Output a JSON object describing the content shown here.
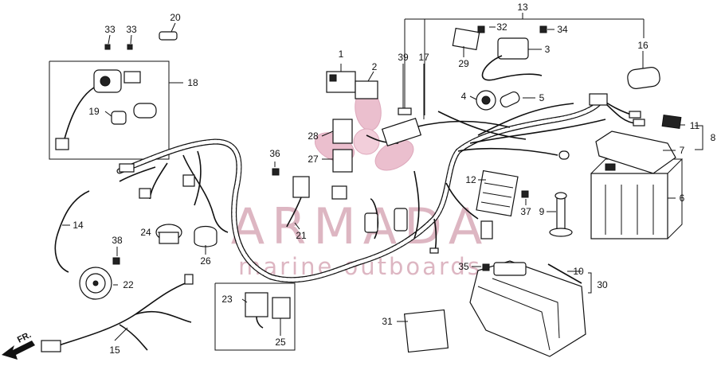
{
  "callouts": [
    {
      "id": "p1",
      "label": "1"
    },
    {
      "id": "p2",
      "label": "2"
    },
    {
      "id": "p3",
      "label": "3"
    },
    {
      "id": "p4",
      "label": "4"
    },
    {
      "id": "p5",
      "label": "5"
    },
    {
      "id": "p6",
      "label": "6"
    },
    {
      "id": "p7",
      "label": "7"
    },
    {
      "id": "p8",
      "label": "8"
    },
    {
      "id": "p9",
      "label": "9"
    },
    {
      "id": "p10",
      "label": "10"
    },
    {
      "id": "p11",
      "label": "11"
    },
    {
      "id": "p12",
      "label": "12"
    },
    {
      "id": "p13",
      "label": "13"
    },
    {
      "id": "p14",
      "label": "14"
    },
    {
      "id": "p15",
      "label": "15"
    },
    {
      "id": "p16",
      "label": "16"
    },
    {
      "id": "p17",
      "label": "17"
    },
    {
      "id": "p18",
      "label": "18"
    },
    {
      "id": "p19",
      "label": "19"
    },
    {
      "id": "p20",
      "label": "20"
    },
    {
      "id": "p21",
      "label": "21"
    },
    {
      "id": "p22",
      "label": "22"
    },
    {
      "id": "p23",
      "label": "23"
    },
    {
      "id": "p24",
      "label": "24"
    },
    {
      "id": "p25",
      "label": "25"
    },
    {
      "id": "p26",
      "label": "26"
    },
    {
      "id": "p27",
      "label": "27"
    },
    {
      "id": "p28",
      "label": "28"
    },
    {
      "id": "p29",
      "label": "29"
    },
    {
      "id": "p30",
      "label": "30"
    },
    {
      "id": "p31",
      "label": "31"
    },
    {
      "id": "p32",
      "label": "32"
    },
    {
      "id": "p33a",
      "label": "33"
    },
    {
      "id": "p33b",
      "label": "33"
    },
    {
      "id": "p34",
      "label": "34"
    },
    {
      "id": "p35",
      "label": "35"
    },
    {
      "id": "p36",
      "label": "36"
    },
    {
      "id": "p37",
      "label": "37"
    },
    {
      "id": "p38",
      "label": "38"
    },
    {
      "id": "p39",
      "label": "39"
    }
  ],
  "front_marker": "FR.",
  "watermark": {
    "brand": "ARMADA",
    "tagline": "marine outboards",
    "color": "#d8aab8"
  }
}
